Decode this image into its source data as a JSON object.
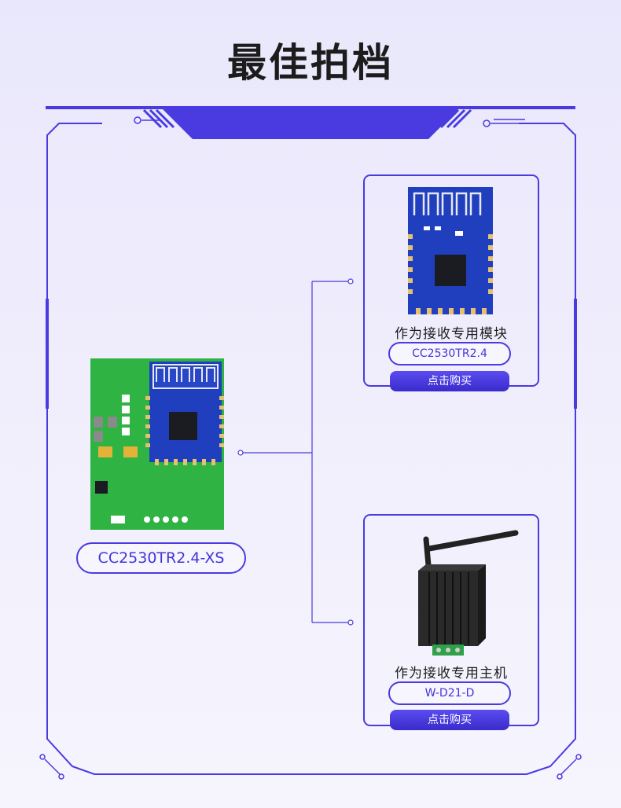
{
  "page": {
    "title": "最佳拍档",
    "accent_color": "#4a3be0"
  },
  "main_product": {
    "image": "pcb-board-green-with-blue-module",
    "model_label": "CC2530TR2.4-XS"
  },
  "pairings": [
    {
      "image": "blue-bluetooth-module",
      "caption": "作为接收专用模块",
      "model": "CC2530TR2.4",
      "buy_label": "点击购买"
    },
    {
      "image": "black-box-with-antenna",
      "caption": "作为接收专用主机",
      "model": "W-D21-D",
      "buy_label": "点击购买"
    }
  ]
}
